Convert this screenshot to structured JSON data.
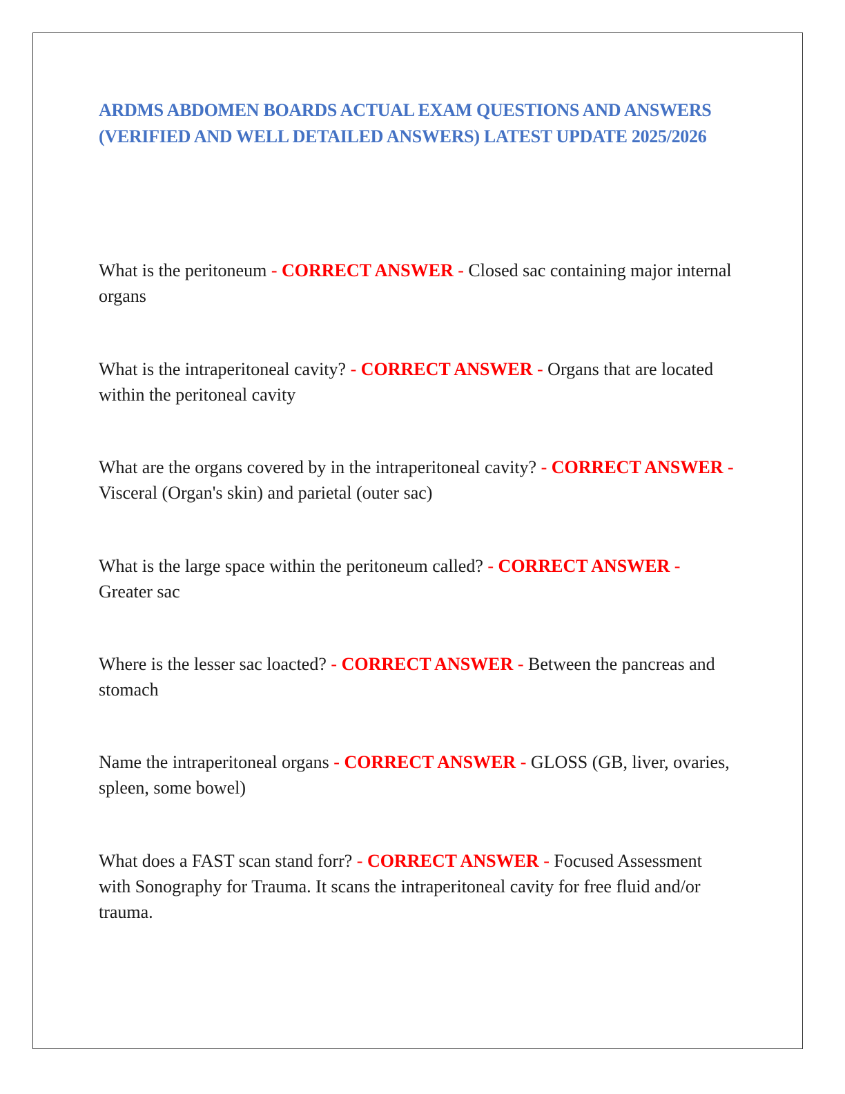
{
  "document": {
    "title": "ARDMS ABDOMEN BOARDS ACTUAL EXAM QUESTIONS AND ANSWERS (VERIFIED AND WELL DETAILED ANSWERS) LATEST UPDATE 2025/2026",
    "separator": "-",
    "answer_label": "CORRECT ANSWER",
    "items": [
      {
        "question": "What is the peritoneum",
        "answer": "Closed sac containing major internal organs"
      },
      {
        "question": "What is the intraperitoneal cavity?",
        "answer": "Organs that are located within the peritoneal cavity"
      },
      {
        "question": "What are the organs covered by in the intraperitoneal cavity?",
        "answer": "Visceral (Organ's skin) and parietal (outer sac)"
      },
      {
        "question": "What is the large space within the peritoneum called?",
        "answer": "Greater sac"
      },
      {
        "question": "Where is the lesser sac loacted?",
        "answer": "Between the pancreas and stomach"
      },
      {
        "question": "Name the intraperitoneal organs",
        "answer": "GLOSS (GB, liver, ovaries, spleen, some bowel)"
      },
      {
        "question": "What does a FAST scan stand forr?",
        "answer": "Focused Assessment with Sonography for Trauma. It scans the intraperitoneal cavity for free fluid and/or trauma."
      }
    ],
    "colors": {
      "title": "#4472c4",
      "answer_label": "#ff0000",
      "body_text": "#1a1a1a",
      "border": "#3a3a3a"
    }
  }
}
